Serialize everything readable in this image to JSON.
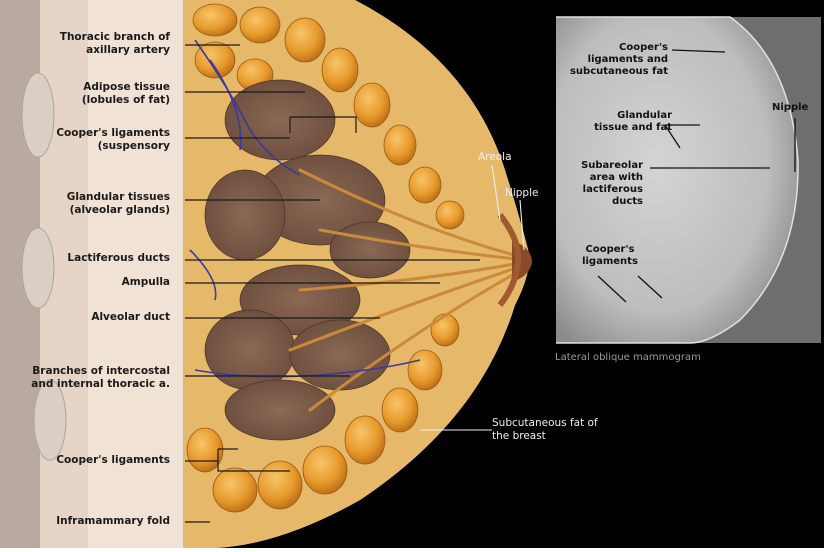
{
  "illustration": {
    "labels_left": [
      {
        "id": "thoracic",
        "lines": [
          "Thoracic branch of",
          "axillary artery"
        ]
      },
      {
        "id": "adipose",
        "lines": [
          "Adipose tissue",
          "(lobules of fat)"
        ]
      },
      {
        "id": "coopers_top",
        "lines": [
          "Cooper's ligaments",
          "(suspensory"
        ]
      },
      {
        "id": "glandular",
        "lines": [
          "Glandular tissues",
          "(alveolar glands)"
        ]
      },
      {
        "id": "lactiferous",
        "lines": [
          "Lactiferous ducts"
        ]
      },
      {
        "id": "ampulla",
        "lines": [
          "Ampulla"
        ]
      },
      {
        "id": "alveolar_duct",
        "lines": [
          "Alveolar duct"
        ]
      },
      {
        "id": "branches",
        "lines": [
          "Branches of intercostal",
          "and internal thoracic a."
        ]
      },
      {
        "id": "coopers_bottom",
        "lines": [
          "Cooper's ligaments"
        ]
      },
      {
        "id": "inframammary",
        "lines": [
          "Inframammary fold"
        ]
      }
    ],
    "labels_right": [
      {
        "id": "areola",
        "lines": [
          "Areola"
        ]
      },
      {
        "id": "nipple",
        "lines": [
          "Nipple"
        ]
      },
      {
        "id": "subcut",
        "lines": [
          "Subcutaneous fat of",
          "the breast"
        ]
      }
    ]
  },
  "mammogram": {
    "caption": "Lateral oblique mammogram",
    "labels": [
      {
        "id": "m_coopers_subcut",
        "lines": [
          "Cooper's",
          "ligaments and",
          "subcutaneous fat"
        ]
      },
      {
        "id": "m_glandular",
        "lines": [
          "Glandular",
          "tissue and fat"
        ]
      },
      {
        "id": "m_subareolar",
        "lines": [
          "Subareolar",
          "area with",
          "lactiferous",
          "ducts"
        ]
      },
      {
        "id": "m_coopers",
        "lines": [
          "Cooper's",
          "ligaments"
        ]
      },
      {
        "id": "m_nipple",
        "lines": [
          "Nipple"
        ]
      }
    ]
  }
}
